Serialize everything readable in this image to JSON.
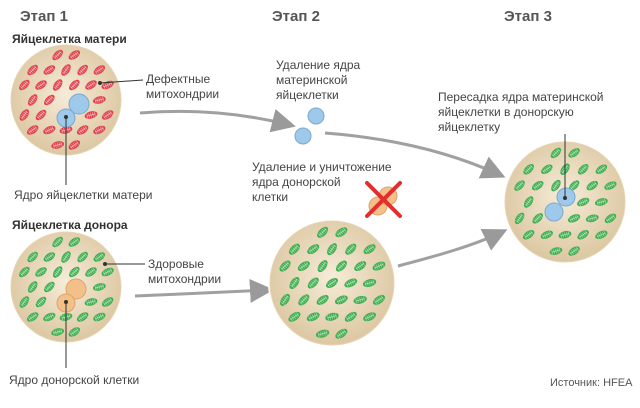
{
  "stages": {
    "stage1": "Этап 1",
    "stage2": "Этап 2",
    "stage3": "Этап 3"
  },
  "mother": {
    "title": "Яйцеклетка матери",
    "mitochondria_label_line1": "Дефектные",
    "mitochondria_label_line2": "митохондрии",
    "nucleus_label": "Ядро яйцеклетки матери"
  },
  "donor": {
    "title": "Яйцеклетка донора",
    "mitochondria_label_line1": "Здоровые",
    "mitochondria_label_line2": "митохондрии",
    "nucleus_label": "Ядро донорской клетки"
  },
  "step_removal": {
    "line1": "Удаление ядра",
    "line2": "материнской",
    "line3": "яйцеклетки"
  },
  "step_destroy": {
    "line1": "Удаление и уничтожение",
    "line2": "ядра донорской",
    "line3": "клетки"
  },
  "step_transfer": {
    "line1": "Пересадка ядра материнской",
    "line2": "яйцеклетки в донорскую",
    "line3": "яйцеклетку"
  },
  "source": "Источник: HFEA",
  "colors": {
    "cell_fill": "#ecdcc0",
    "cell_stroke": "#ffffff",
    "defective_mito": "#e0414c",
    "healthy_mito": "#3fae4f",
    "mother_nucleus": "#9ec9ea",
    "donor_nucleus": "#f3c08a",
    "cross": "#e0302e",
    "arrow": "#999999"
  }
}
